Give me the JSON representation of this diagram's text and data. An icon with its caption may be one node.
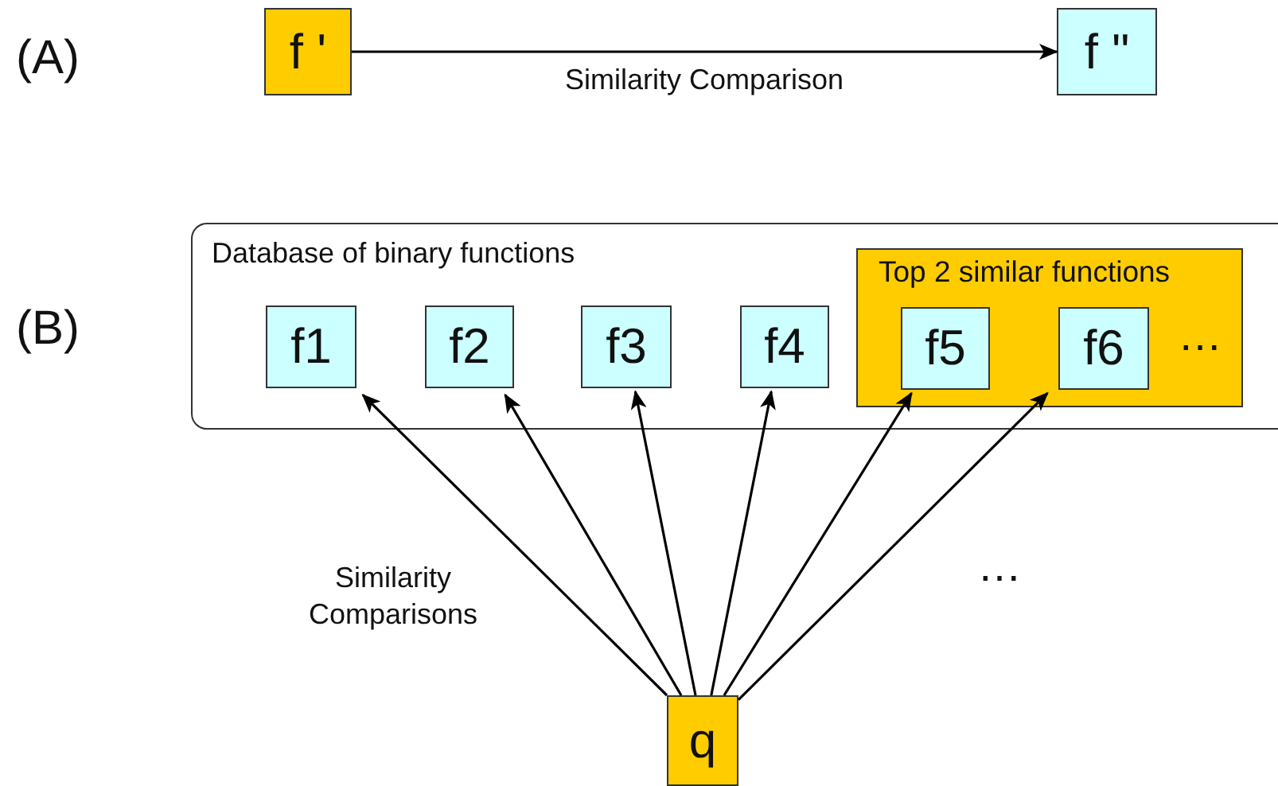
{
  "diagram": {
    "nodes": [
      {
        "text": [
          "f '"
        ]
      },
      {
        "text": [
          "f \""
        ]
      },
      {
        "text": [
          "Database of binary functions"
        ]
      },
      {
        "text": [
          "f1"
        ],
        "in": 2
      },
      {
        "text": [
          "f2"
        ],
        "in": 2
      },
      {
        "text": [
          "f3"
        ],
        "in": 2
      },
      {
        "text": [
          "f4"
        ],
        "in": 2
      },
      {
        "text": [
          "Top 2 similar functions"
        ],
        "in": 2
      },
      {
        "text": [
          "f5"
        ],
        "in": 7
      },
      {
        "text": [
          "f6"
        ],
        "in": 7
      },
      {
        "text": [
          "q"
        ]
      }
    ],
    "edges": [
      {
        "from": 0,
        "to": 1,
        "arrow": "to",
        "label": "Similarity Comparison"
      },
      {
        "from": 10,
        "to": 3,
        "arrow": "to"
      },
      {
        "from": 10,
        "to": 4,
        "arrow": "to"
      },
      {
        "from": 10,
        "to": 5,
        "arrow": "to"
      },
      {
        "from": 10,
        "to": 6,
        "arrow": "to"
      },
      {
        "from": 10,
        "to": 8,
        "arrow": "to"
      },
      {
        "from": 10,
        "to": 9,
        "arrow": "to"
      }
    ],
    "labels": [
      "(A)",
      "(B)",
      "…",
      "Similarity Comparisons",
      "…"
    ]
  }
}
